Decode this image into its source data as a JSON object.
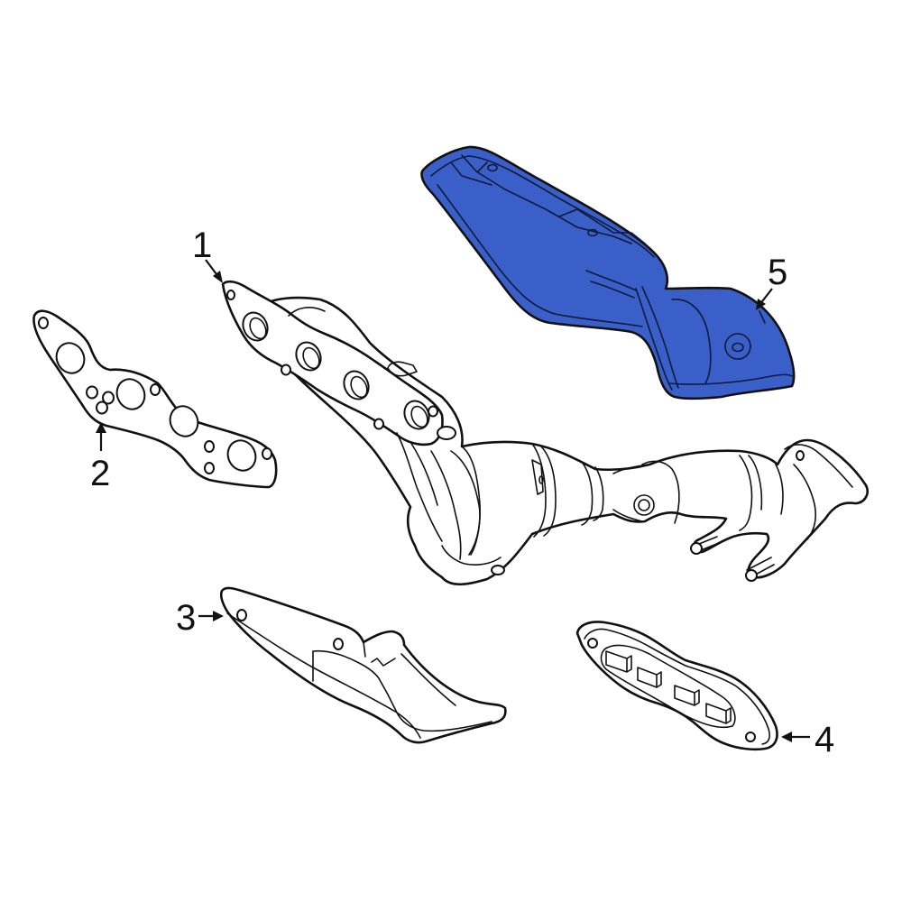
{
  "diagram": {
    "type": "exploded-parts-diagram",
    "subject": "exhaust manifold assembly",
    "highlight_color": "#3a5fc8",
    "line_color": "#111111",
    "background": "#ffffff"
  },
  "callouts": [
    {
      "id": 1,
      "label": "1",
      "part": "exhaust manifold with catalytic converter",
      "highlighted": false
    },
    {
      "id": 2,
      "label": "2",
      "part": "manifold gasket",
      "highlighted": false
    },
    {
      "id": 3,
      "label": "3",
      "part": "lower heat shield",
      "highlighted": false
    },
    {
      "id": 4,
      "label": "4",
      "part": "flange gasket",
      "highlighted": false
    },
    {
      "id": 5,
      "label": "5",
      "part": "upper heat shield",
      "highlighted": true
    }
  ]
}
